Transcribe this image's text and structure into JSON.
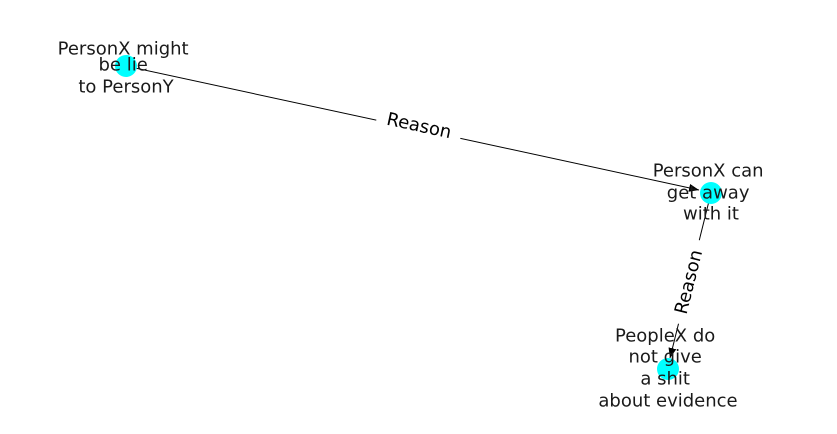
{
  "graph": {
    "node_color": "#00ffff",
    "edge_color": "#000000",
    "nodes": [
      {
        "id": "n1",
        "lines": [
          "PersonX might",
          "be lie",
          "to PersonY"
        ]
      },
      {
        "id": "n2",
        "lines": [
          "PersonX can",
          "get away",
          "with it"
        ]
      },
      {
        "id": "n3",
        "lines": [
          "PeopleX do",
          "not give",
          "a shit",
          "about evidence"
        ]
      }
    ],
    "edges": [
      {
        "from": "n1",
        "to": "n2",
        "label": "Reason"
      },
      {
        "from": "n2",
        "to": "n3",
        "label": "Reason"
      }
    ]
  }
}
